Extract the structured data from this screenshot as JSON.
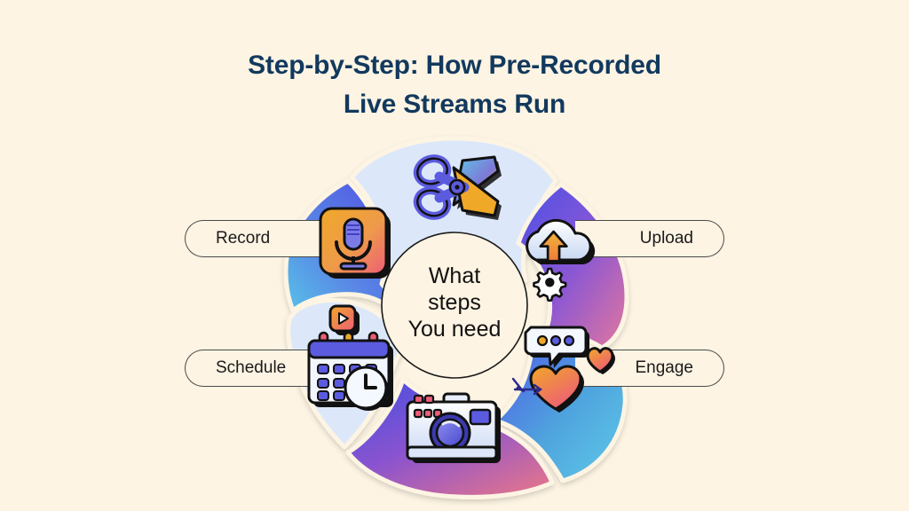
{
  "background_color": "#FDF4E3",
  "title": {
    "line1": "Step-by-Step: How Pre-Recorded",
    "line2": "Live Streams Run",
    "color": "#12395E"
  },
  "center": {
    "line1": "What",
    "line2": "steps",
    "line3": "You need",
    "color": "#111111",
    "fill": "#FDF4E3"
  },
  "diagram": {
    "type": "cycle",
    "segment_count": 6,
    "labels": [
      {
        "id": "record",
        "text": "Record",
        "side": "left",
        "row": "top"
      },
      {
        "id": "upload",
        "text": "Upload",
        "side": "right",
        "row": "top"
      },
      {
        "id": "schedule",
        "text": "Schedule",
        "side": "left",
        "row": "bottom"
      },
      {
        "id": "engage",
        "text": "Engage",
        "side": "right",
        "row": "bottom"
      }
    ],
    "segments": [
      {
        "id": "edit",
        "position": "top",
        "icon": "scissors-icon",
        "label": "",
        "fill_type": "solid",
        "colors": [
          "#DCE8FA"
        ]
      },
      {
        "id": "upload",
        "position": "top-right",
        "icon": "cloud-upload-gear-icon",
        "label": "Upload",
        "fill_type": "gradient",
        "colors": [
          "#4A55E8",
          "#8B5BD6",
          "#E06CA8"
        ]
      },
      {
        "id": "engage",
        "position": "bottom-right",
        "icon": "hearts-chat-icon",
        "label": "Engage",
        "fill_type": "gradient",
        "colors": [
          "#4F5BE8",
          "#4FA8E0",
          "#5FC8E8"
        ]
      },
      {
        "id": "capture",
        "position": "bottom",
        "icon": "camera-icon",
        "label": "",
        "fill_type": "gradient",
        "colors": [
          "#4B4FE0",
          "#8A53CF",
          "#E0738F"
        ]
      },
      {
        "id": "schedule",
        "position": "bottom-left",
        "icon": "calendar-clock-icon",
        "label": "Schedule",
        "fill_type": "solid",
        "colors": [
          "#DCE8FA"
        ]
      },
      {
        "id": "record",
        "position": "top-left",
        "icon": "microphone-icon",
        "label": "Record",
        "fill_type": "gradient",
        "colors": [
          "#5FC8E8",
          "#5A7BE8",
          "#5050E0"
        ]
      }
    ],
    "accents": {
      "warm_gradient": [
        "#F0A828",
        "#EE5D77"
      ],
      "blue": "#5B5BE0",
      "outline": "#121212",
      "pale_panel": "#DCE8FA"
    }
  }
}
